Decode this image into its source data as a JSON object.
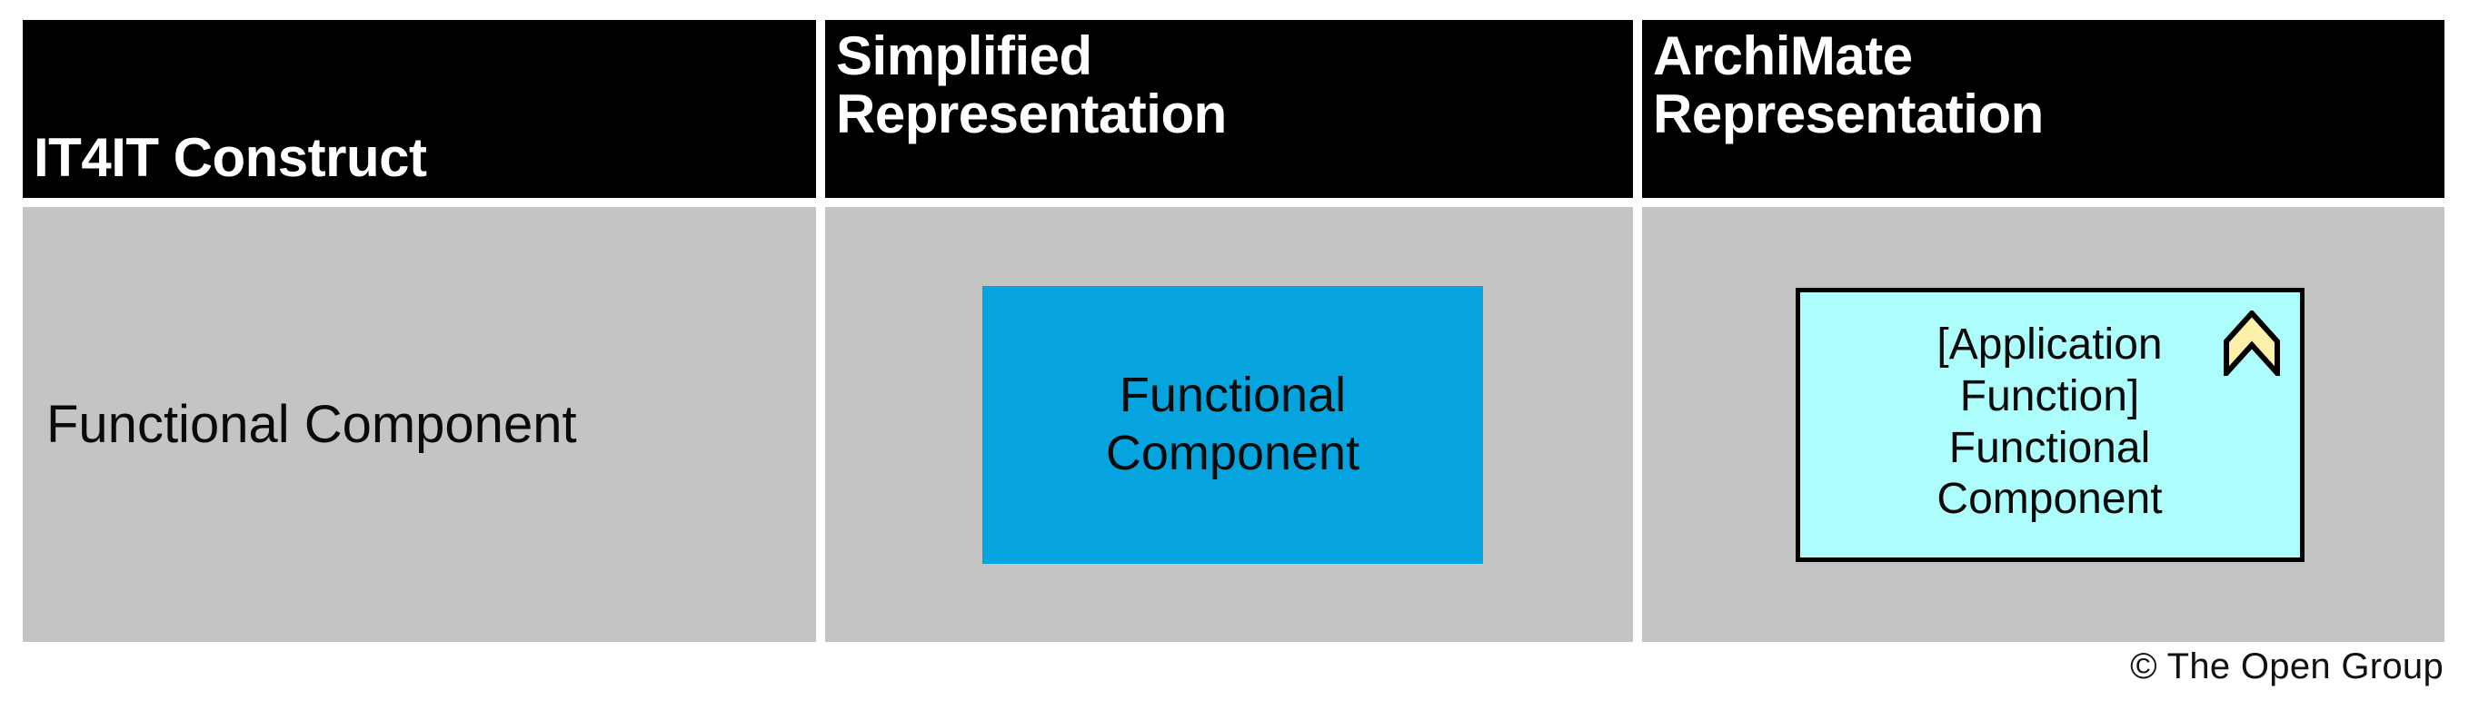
{
  "table": {
    "headers": [
      {
        "id": "it4it-construct",
        "label": "IT4IT Construct"
      },
      {
        "id": "simplified-representation",
        "label": "Simplified\nRepresentation"
      },
      {
        "id": "archimate-representation",
        "label": "ArchiMate\nRepresentation"
      }
    ],
    "rows": [
      {
        "construct": "Functional Component",
        "simplified": {
          "label": "Functional\nComponent",
          "fill": "#06a4de",
          "text_color": "#0a0a0a"
        },
        "archimate": {
          "stereotype": "[Application Function]",
          "label": "[Application\nFunction]\nFunctional\nComponent",
          "fill": "#aefdfd",
          "border": "#000000",
          "icon": "application-function-chevron-icon",
          "icon_fill": "#fdf0ab",
          "icon_stroke": "#000000"
        }
      }
    ]
  },
  "footer": {
    "copyright": "© The Open Group"
  },
  "colors": {
    "header_background": "#000000",
    "header_text": "#ffffff",
    "cell_background": "#c4c4c4",
    "page_background": "#ffffff",
    "accent_blue": "#06a4de",
    "accent_cyan": "#aefdfd",
    "accent_yellow": "#fdf0ab"
  }
}
